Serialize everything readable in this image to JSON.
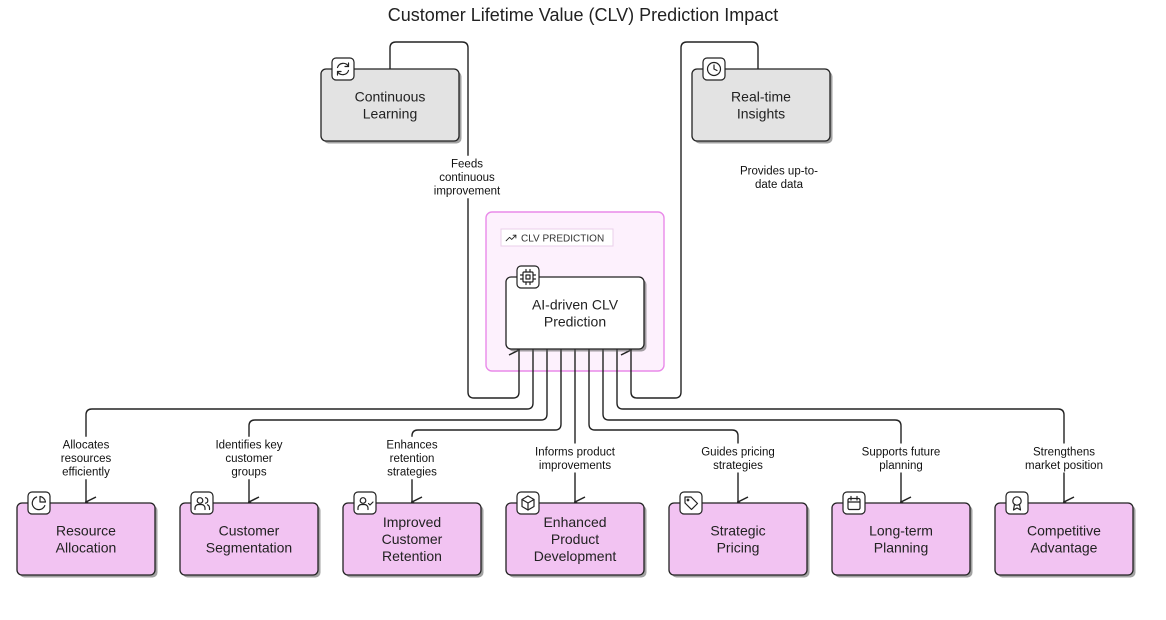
{
  "title": "Customer Lifetime Value (CLV) Prediction Impact",
  "group": {
    "label": "CLV PREDICTION",
    "icon": "trending-up-icon"
  },
  "center": {
    "lines": [
      "AI-driven CLV",
      "Prediction"
    ],
    "icon": "cpu-icon"
  },
  "top_nodes": [
    {
      "id": "learning",
      "lines": [
        "Continuous",
        "Learning"
      ],
      "icon": "refresh-icon",
      "edge_lines": [
        "Feeds",
        "continuous",
        "improvement"
      ]
    },
    {
      "id": "insights",
      "lines": [
        "Real-time",
        "Insights"
      ],
      "icon": "clock-icon",
      "edge_lines": [
        "Provides up-to-",
        "date data"
      ]
    }
  ],
  "bottom_nodes": [
    {
      "id": "resource",
      "lines": [
        "Resource",
        "Allocation"
      ],
      "icon": "pie-chart-icon",
      "edge_lines": [
        "Allocates",
        "resources",
        "efficiently"
      ]
    },
    {
      "id": "segmentation",
      "lines": [
        "Customer",
        "Segmentation"
      ],
      "icon": "users-icon",
      "edge_lines": [
        "Identifies key",
        "customer",
        "groups"
      ]
    },
    {
      "id": "retention",
      "lines": [
        "Improved",
        "Customer",
        "Retention"
      ],
      "icon": "user-check-icon",
      "edge_lines": [
        "Enhances",
        "retention",
        "strategies"
      ]
    },
    {
      "id": "product",
      "lines": [
        "Enhanced",
        "Product",
        "Development"
      ],
      "icon": "box-icon",
      "edge_lines": [
        "Informs product",
        "improvements"
      ]
    },
    {
      "id": "pricing",
      "lines": [
        "Strategic",
        "Pricing"
      ],
      "icon": "tag-icon",
      "edge_lines": [
        "Guides pricing",
        "strategies"
      ]
    },
    {
      "id": "planning",
      "lines": [
        "Long-term",
        "Planning"
      ],
      "icon": "calendar-icon",
      "edge_lines": [
        "Supports future",
        "planning"
      ]
    },
    {
      "id": "advantage",
      "lines": [
        "Competitive",
        "Advantage"
      ],
      "icon": "award-icon",
      "edge_lines": [
        "Strengthens",
        "market position"
      ]
    }
  ],
  "colors": {
    "bottom_fill": "#f2c3f2",
    "top_fill": "#e3e3e3",
    "group_fill": "#fdf1fd",
    "group_stroke": "#e98ae9",
    "stroke": "#222222"
  }
}
